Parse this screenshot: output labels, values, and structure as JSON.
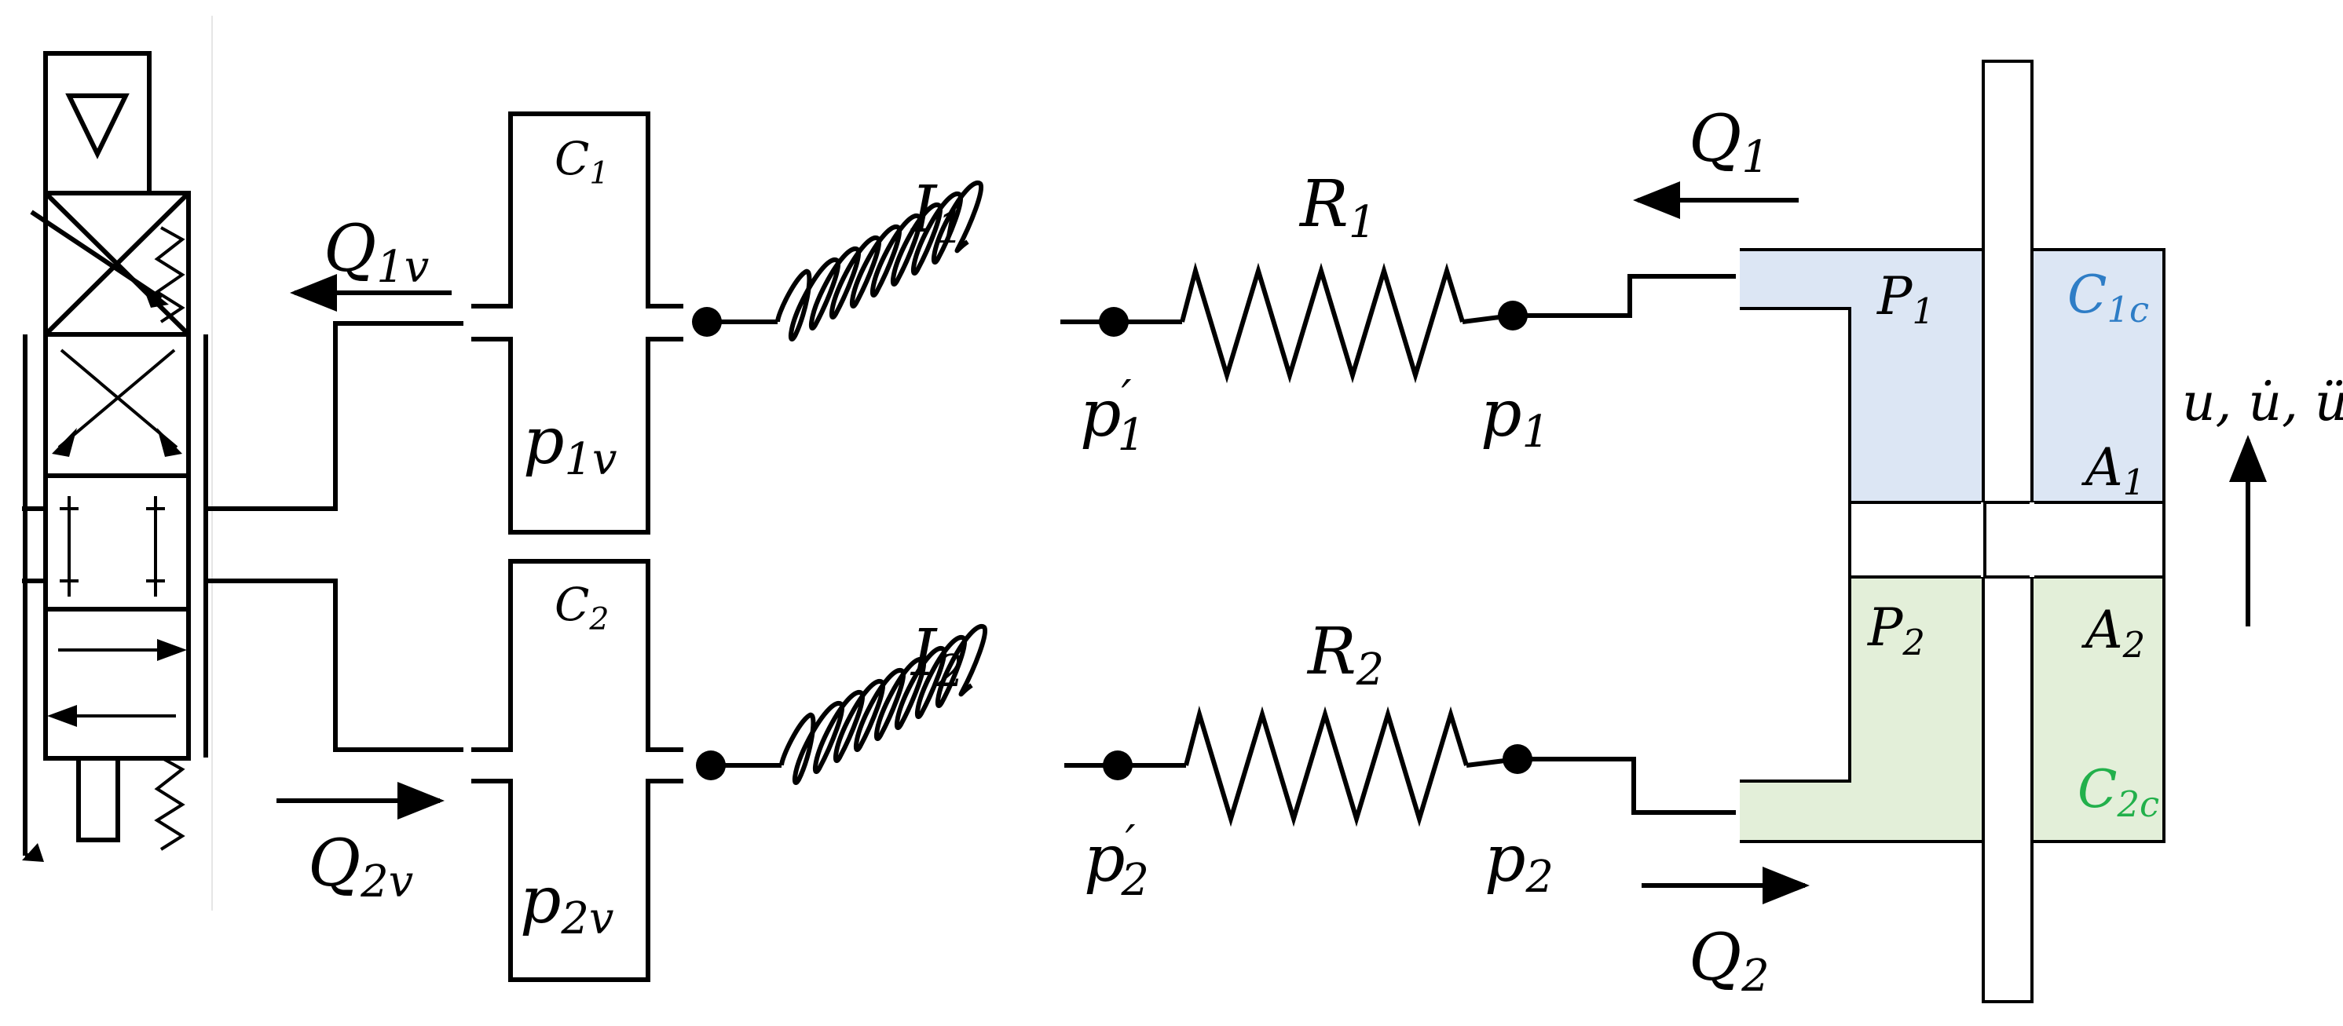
{
  "colors": {
    "line": "#000000",
    "chamber1_fill": "#dce6f4",
    "chamber2_fill": "#e3efd9",
    "c1c_text": "#2e7dc6",
    "c2c_text": "#22b04b"
  },
  "labels": {
    "Q1v": {
      "main": "Q",
      "sub": "1v"
    },
    "Q2v": {
      "main": "Q",
      "sub": "2v"
    },
    "C1": {
      "main": "C",
      "sub": "1"
    },
    "C2": {
      "main": "C",
      "sub": "2"
    },
    "p1v": {
      "main": "p",
      "sub": "1v"
    },
    "p2v": {
      "main": "p",
      "sub": "2v"
    },
    "I1": {
      "main": "I",
      "sub": "1"
    },
    "I2": {
      "main": "I",
      "sub": "2"
    },
    "R1": {
      "main": "R",
      "sub": "1"
    },
    "R2": {
      "main": "R",
      "sub": "2"
    },
    "p1p": {
      "main": "p",
      "sub": "1",
      "prime": "′"
    },
    "p2p": {
      "main": "p",
      "sub": "2",
      "prime": "′"
    },
    "p1": {
      "main": "p",
      "sub": "1"
    },
    "p2": {
      "main": "p",
      "sub": "2"
    },
    "Q1": {
      "main": "Q",
      "sub": "1"
    },
    "Q2": {
      "main": "Q",
      "sub": "2"
    },
    "P1": {
      "main": "P",
      "sub": "1"
    },
    "P2": {
      "main": "P",
      "sub": "2"
    },
    "C1c": {
      "main": "C",
      "sub": "1c"
    },
    "C2c": {
      "main": "C",
      "sub": "2c"
    },
    "A1": {
      "main": "A",
      "sub": "1"
    },
    "A2": {
      "main": "A",
      "sub": "2"
    },
    "motion": "u, u̇, ü"
  }
}
